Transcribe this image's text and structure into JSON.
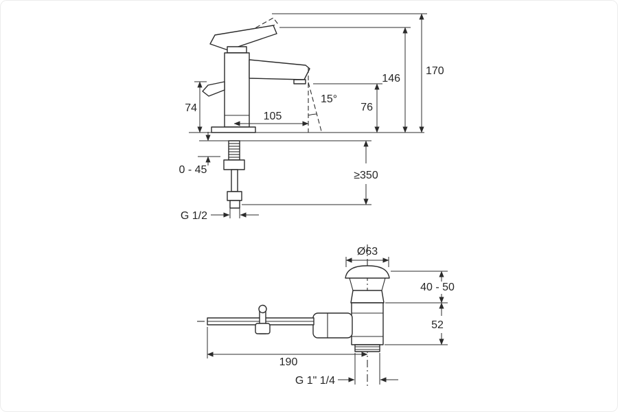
{
  "colors": {
    "background": "#ffffff",
    "line": "#2b2b2b",
    "text": "#262626"
  },
  "faucet": {
    "labels": {
      "overall_height": "170",
      "fixed_height": "146",
      "spout_height": "76",
      "side_height": "74",
      "spout_reach": "105",
      "spout_angle": "15°",
      "deck_thickness": "0 - 45",
      "hose_length": "≥350",
      "inlet_thread": "G 1/2"
    }
  },
  "drain": {
    "labels": {
      "flange_diameter": "Ø63",
      "deck_range": "40 - 50",
      "body_height": "52",
      "rod_length": "190",
      "outlet_thread": "G 1\" 1/4"
    }
  }
}
